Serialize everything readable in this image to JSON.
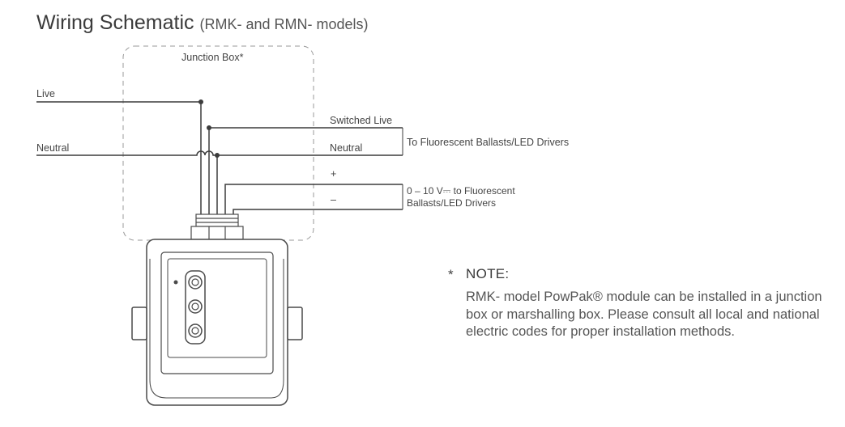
{
  "title": {
    "main": "Wiring Schematic",
    "sub": "(RMK- and RMN- models)"
  },
  "junction_box_label": "Junction Box*",
  "left_labels": {
    "live": "Live",
    "neutral": "Neutral"
  },
  "right_labels": {
    "switched_live": "Switched Live",
    "neutral": "Neutral",
    "plus": "+",
    "minus": "–"
  },
  "outputs": {
    "ballasts": "To Fluorescent Ballasts/LED Drivers",
    "control_line1": "0 – 10 V⎓ to Fluorescent",
    "control_line2": "Ballasts/LED Drivers"
  },
  "note": {
    "star": "*",
    "heading": "NOTE:",
    "body": "RMK- model PowPak® module can be installed in a junction box or marshalling box. Please consult all local and national electric codes for proper installation methods."
  },
  "colors": {
    "line": "#3c3c3c",
    "dashed": "#9a9a9a",
    "device": "#4a4a4a"
  }
}
